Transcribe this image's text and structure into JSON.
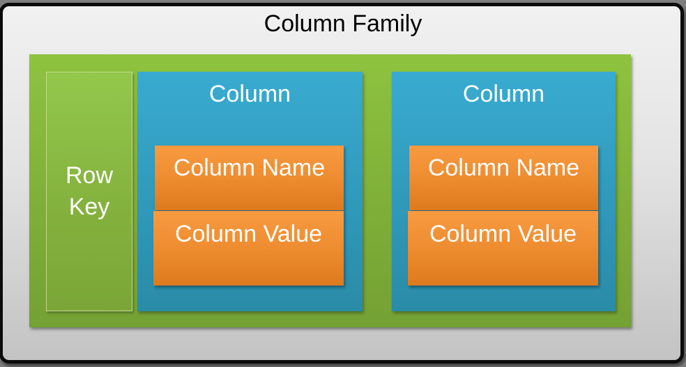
{
  "diagram": {
    "title": "Column Family",
    "row_key_label": "Row Key",
    "columns": [
      {
        "header": "Column",
        "fields": [
          {
            "label": "Column Name"
          },
          {
            "label": "Column Value"
          }
        ]
      },
      {
        "header": "Column",
        "fields": [
          {
            "label": "Column Name"
          },
          {
            "label": "Column Value"
          }
        ]
      }
    ]
  },
  "colors": {
    "page_background": "#7F7F7F",
    "slide_background_top": "#F1F1F1",
    "slide_background_bottom": "#C3C3C3",
    "slide_border": "#0B0B0B",
    "family_green_top": "#8EC33F",
    "family_green_bottom": "#74A134",
    "row_key_green_top": "#93C84C",
    "row_key_green_bottom": "#7BA637",
    "row_key_stroke": "#CDE49B",
    "column_blue_top": "#39ABD0",
    "column_blue_bottom": "#2A8BA6",
    "field_orange_top": "#F89B41",
    "field_orange_bottom": "#DE7A1E",
    "title_text": "#000000",
    "label_text": "#FFFFFF"
  }
}
